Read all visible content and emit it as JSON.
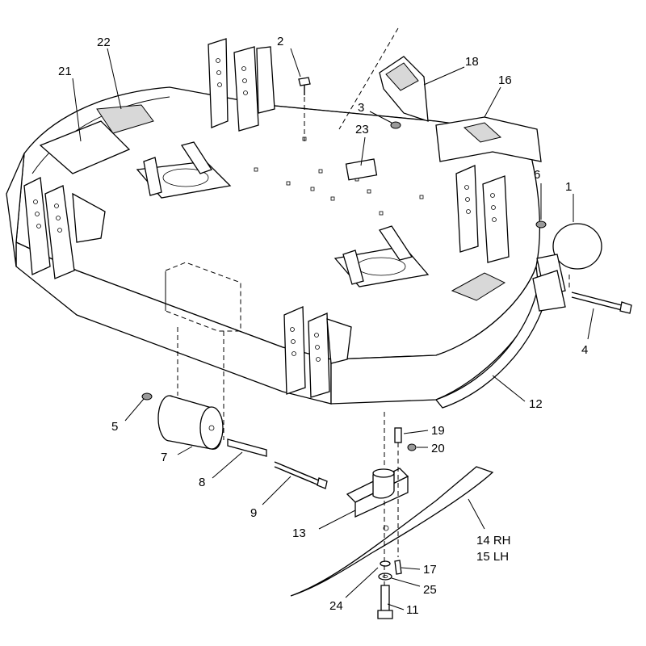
{
  "figure": {
    "callouts": [
      {
        "id": "c1",
        "text": "1"
      },
      {
        "id": "c2",
        "text": "2"
      },
      {
        "id": "c3",
        "text": "3"
      },
      {
        "id": "c4",
        "text": "4"
      },
      {
        "id": "c5",
        "text": "5"
      },
      {
        "id": "c6",
        "text": "6"
      },
      {
        "id": "c7",
        "text": "7"
      },
      {
        "id": "c8",
        "text": "8"
      },
      {
        "id": "c9",
        "text": "9"
      },
      {
        "id": "c11",
        "text": "11"
      },
      {
        "id": "c12",
        "text": "12"
      },
      {
        "id": "c13",
        "text": "13"
      },
      {
        "id": "c14",
        "text": "14 RH"
      },
      {
        "id": "c15",
        "text": "15 LH"
      },
      {
        "id": "c16",
        "text": "16"
      },
      {
        "id": "c17",
        "text": "17"
      },
      {
        "id": "c18",
        "text": "18"
      },
      {
        "id": "c19",
        "text": "19"
      },
      {
        "id": "c20",
        "text": "20"
      },
      {
        "id": "c21",
        "text": "21"
      },
      {
        "id": "c22",
        "text": "22"
      },
      {
        "id": "c23",
        "text": "23"
      },
      {
        "id": "c24",
        "text": "24"
      },
      {
        "id": "c25",
        "text": "25"
      }
    ]
  }
}
